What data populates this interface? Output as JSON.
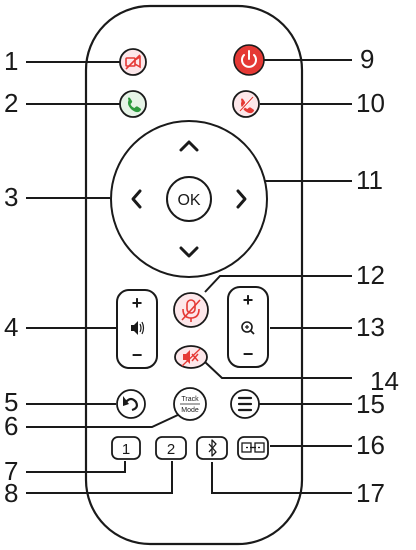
{
  "callouts": {
    "n1": "1",
    "n2": "2",
    "n3": "3",
    "n4": "4",
    "n5": "5",
    "n6": "6",
    "n7": "7",
    "n8": "8",
    "n9": "9",
    "n10": "10",
    "n11": "11",
    "n12": "12",
    "n13": "13",
    "n14": "14",
    "n15": "15",
    "n16": "16",
    "n17": "17"
  },
  "buttons": {
    "ok": "OK",
    "track_mode_line1": "Track",
    "track_mode_line2": "Mode",
    "preset1": "1",
    "preset2": "2",
    "vol_plus": "+",
    "vol_minus": "−",
    "zoom_plus": "+",
    "zoom_minus": "−"
  },
  "colors": {
    "outline": "#1a1a1a",
    "accent_red": "#e53935",
    "accent_green": "#2e9b3e",
    "pink_fill": "#fde7ea",
    "green_fill": "#e6f4e7"
  },
  "icons": [
    "camera-off-icon",
    "call-answer-icon",
    "power-icon",
    "call-hangup-icon",
    "chevron-up-icon",
    "chevron-down-icon",
    "chevron-left-icon",
    "chevron-right-icon",
    "speaker-icon",
    "mic-mute-icon",
    "zoom-icon",
    "speaker-mute-icon",
    "back-icon",
    "menu-icon",
    "bluetooth-icon",
    "camera-switch-icon"
  ]
}
